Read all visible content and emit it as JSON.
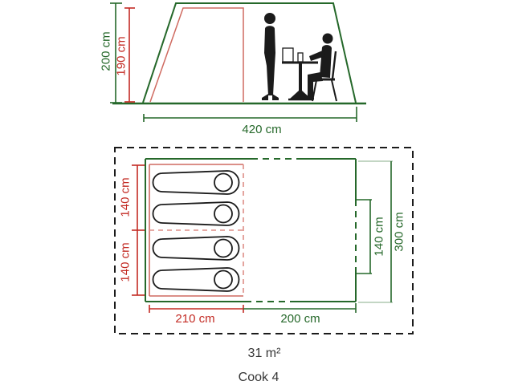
{
  "side_view": {
    "outer_height": "200 cm",
    "inner_height": "190 cm",
    "total_width": "420 cm"
  },
  "floor_plan": {
    "bed_width_upper": "140 cm",
    "bed_width_lower": "140 cm",
    "bed_length": "210 cm",
    "living_length": "200 cm",
    "entrance_width": "140 cm",
    "total_width": "300 cm"
  },
  "caption": {
    "area": "31 m²",
    "model": "Cook 4"
  },
  "colors": {
    "green": "#25682a",
    "red": "#c32b24",
    "softred": "#cf6a60",
    "dashred": "#dd8e86",
    "ink": "#1b1b1b",
    "caption": "#373737"
  }
}
